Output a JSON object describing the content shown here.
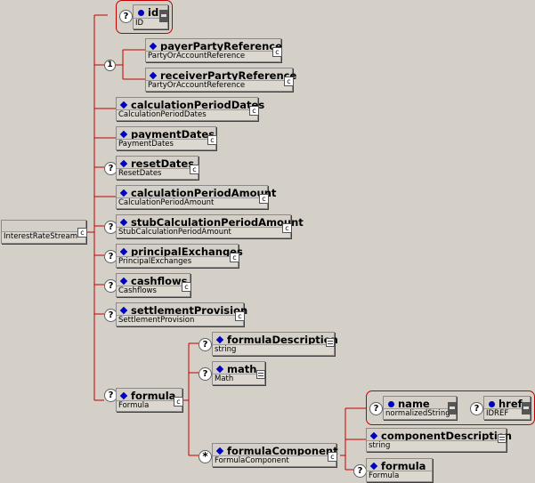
{
  "root": {
    "name": "",
    "type": "InterestRateStream"
  },
  "attributes_top": [
    {
      "name": "id",
      "type": "ID",
      "optional": true
    }
  ],
  "choice": {
    "symbol": "1",
    "items": [
      {
        "name": "payerPartyReference",
        "type": "PartyOrAccountReference"
      },
      {
        "name": "receiverPartyReference",
        "type": "PartyOrAccountReference"
      }
    ]
  },
  "elements": [
    {
      "name": "calculationPeriodDates",
      "type": "CalculationPeriodDates",
      "optional": false
    },
    {
      "name": "paymentDates",
      "type": "PaymentDates",
      "optional": false
    },
    {
      "name": "resetDates",
      "type": "ResetDates",
      "optional": true
    },
    {
      "name": "calculationPeriodAmount",
      "type": "CalculationPeriodAmount",
      "optional": false
    },
    {
      "name": "stubCalculationPeriodAmount",
      "type": "StubCalculationPeriodAmount",
      "optional": true
    },
    {
      "name": "principalExchanges",
      "type": "PrincipalExchanges",
      "optional": true
    },
    {
      "name": "cashflows",
      "type": "Cashflows",
      "optional": true
    },
    {
      "name": "settlementProvision",
      "type": "SettlementProvision",
      "optional": true
    },
    {
      "name": "formula",
      "type": "Formula",
      "optional": true
    }
  ],
  "formula_children": [
    {
      "name": "formulaDescription",
      "type": "string",
      "optional": true
    },
    {
      "name": "math",
      "type": "Math",
      "optional": true
    },
    {
      "name": "formulaComponent",
      "type": "FormulaComponent",
      "optional": true,
      "repeat_symbol": "*"
    }
  ],
  "component_attributes": [
    {
      "name": "name",
      "type": "normalizedString",
      "optional": true
    },
    {
      "name": "href",
      "type": "IDREF",
      "optional": true
    }
  ],
  "component_children": [
    {
      "name": "componentDescription",
      "type": "string",
      "optional": false
    },
    {
      "name": "formula",
      "type": "Formula",
      "optional": true
    }
  ],
  "symbols": {
    "optional": "?",
    "expand": "c"
  },
  "colors": {
    "line": "#c00000",
    "marker": "#0000c0",
    "bg": "#d4d0c8"
  }
}
